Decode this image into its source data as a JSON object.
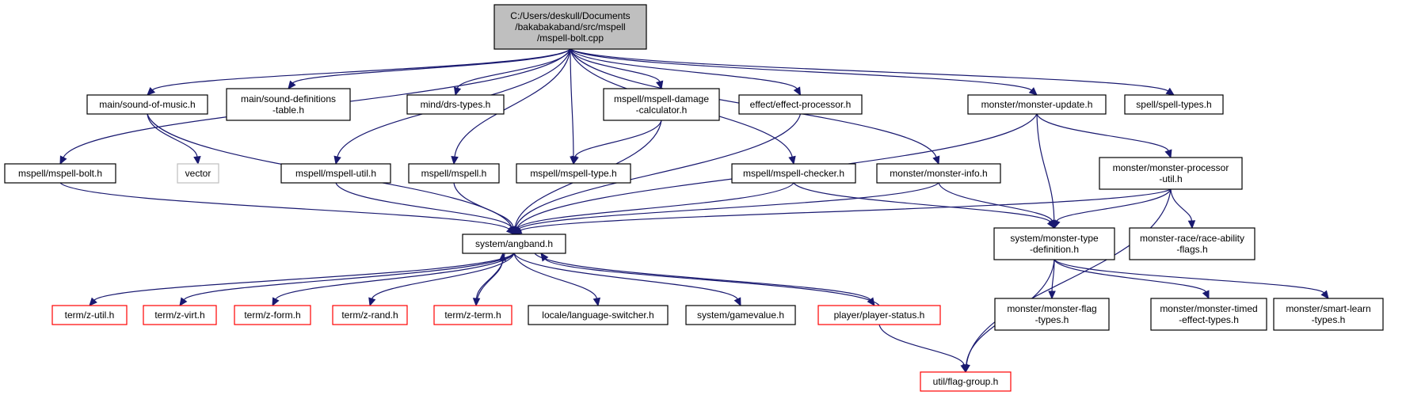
{
  "nodes": [
    {
      "id": "root",
      "lines": [
        "C:/Users/deskull/Documents",
        "/bakabakaband/src/mspell",
        "/mspell-bolt.cpp"
      ],
      "style": "root"
    },
    {
      "id": "sound_music",
      "lines": [
        "main/sound-of-music.h"
      ],
      "style": "normal"
    },
    {
      "id": "sound_defs",
      "lines": [
        "main/sound-definitions",
        "-table.h"
      ],
      "style": "normal"
    },
    {
      "id": "drs_types",
      "lines": [
        "mind/drs-types.h"
      ],
      "style": "normal"
    },
    {
      "id": "mspell_damage",
      "lines": [
        "mspell/mspell-damage",
        "-calculator.h"
      ],
      "style": "normal"
    },
    {
      "id": "effect_proc",
      "lines": [
        "effect/effect-processor.h"
      ],
      "style": "normal"
    },
    {
      "id": "monster_update",
      "lines": [
        "monster/monster-update.h"
      ],
      "style": "normal"
    },
    {
      "id": "spell_types",
      "lines": [
        "spell/spell-types.h"
      ],
      "style": "normal"
    },
    {
      "id": "mspell_bolt_h",
      "lines": [
        "mspell/mspell-bolt.h"
      ],
      "style": "normal"
    },
    {
      "id": "vector",
      "lines": [
        "vector"
      ],
      "style": "gray"
    },
    {
      "id": "mspell_util",
      "lines": [
        "mspell/mspell-util.h"
      ],
      "style": "normal"
    },
    {
      "id": "mspell_h",
      "lines": [
        "mspell/mspell.h"
      ],
      "style": "normal"
    },
    {
      "id": "mspell_type",
      "lines": [
        "mspell/mspell-type.h"
      ],
      "style": "normal"
    },
    {
      "id": "mspell_checker",
      "lines": [
        "mspell/mspell-checker.h"
      ],
      "style": "normal"
    },
    {
      "id": "monster_info",
      "lines": [
        "monster/monster-info.h"
      ],
      "style": "normal"
    },
    {
      "id": "monster_proc_util",
      "lines": [
        "monster/monster-processor",
        "-util.h"
      ],
      "style": "normal"
    },
    {
      "id": "angband",
      "lines": [
        "system/angband.h"
      ],
      "style": "normal"
    },
    {
      "id": "monster_type_def",
      "lines": [
        "system/monster-type",
        "-definition.h"
      ],
      "style": "normal"
    },
    {
      "id": "race_ability",
      "lines": [
        "monster-race/race-ability",
        "-flags.h"
      ],
      "style": "normal"
    },
    {
      "id": "z_util",
      "lines": [
        "term/z-util.h"
      ],
      "style": "red"
    },
    {
      "id": "z_virt",
      "lines": [
        "term/z-virt.h"
      ],
      "style": "red"
    },
    {
      "id": "z_form",
      "lines": [
        "term/z-form.h"
      ],
      "style": "red"
    },
    {
      "id": "z_rand",
      "lines": [
        "term/z-rand.h"
      ],
      "style": "red"
    },
    {
      "id": "z_term",
      "lines": [
        "term/z-term.h"
      ],
      "style": "red"
    },
    {
      "id": "lang_switch",
      "lines": [
        "locale/language-switcher.h"
      ],
      "style": "normal"
    },
    {
      "id": "gamevalue",
      "lines": [
        "system/gamevalue.h"
      ],
      "style": "normal"
    },
    {
      "id": "player_status",
      "lines": [
        "player/player-status.h"
      ],
      "style": "red"
    },
    {
      "id": "monster_flag_types",
      "lines": [
        "monster/monster-flag",
        "-types.h"
      ],
      "style": "normal"
    },
    {
      "id": "monster_timed",
      "lines": [
        "monster/monster-timed",
        "-effect-types.h"
      ],
      "style": "normal"
    },
    {
      "id": "smart_learn",
      "lines": [
        "monster/smart-learn",
        "-types.h"
      ],
      "style": "normal"
    },
    {
      "id": "flag_group",
      "lines": [
        "util/flag-group.h"
      ],
      "style": "red"
    }
  ],
  "edges": [
    [
      "root",
      "sound_music"
    ],
    [
      "root",
      "sound_defs"
    ],
    [
      "root",
      "drs_types"
    ],
    [
      "root",
      "mspell_damage"
    ],
    [
      "root",
      "effect_proc"
    ],
    [
      "root",
      "monster_update"
    ],
    [
      "root",
      "spell_types"
    ],
    [
      "root",
      "mspell_bolt_h"
    ],
    [
      "root",
      "mspell_util"
    ],
    [
      "root",
      "mspell_h"
    ],
    [
      "root",
      "mspell_type"
    ],
    [
      "root",
      "mspell_checker"
    ],
    [
      "root",
      "monster_info"
    ],
    [
      "sound_music",
      "vector"
    ],
    [
      "sound_music",
      "angband"
    ],
    [
      "mspell_damage",
      "mspell_type"
    ],
    [
      "mspell_damage",
      "angband"
    ],
    [
      "effect_proc",
      "angband"
    ],
    [
      "monster_update",
      "angband"
    ],
    [
      "monster_update",
      "monster_type_def"
    ],
    [
      "monster_update",
      "monster_proc_util"
    ],
    [
      "mspell_bolt_h",
      "angband"
    ],
    [
      "mspell_util",
      "angband"
    ],
    [
      "mspell_h",
      "angband"
    ],
    [
      "mspell_checker",
      "angband"
    ],
    [
      "mspell_checker",
      "monster_type_def"
    ],
    [
      "monster_info",
      "angband"
    ],
    [
      "monster_info",
      "monster_type_def"
    ],
    [
      "monster_proc_util",
      "angband"
    ],
    [
      "monster_proc_util",
      "monster_type_def"
    ],
    [
      "monster_proc_util",
      "race_ability"
    ],
    [
      "monster_proc_util",
      "flag_group"
    ],
    [
      "angband",
      "z_util"
    ],
    [
      "angband",
      "z_virt"
    ],
    [
      "angband",
      "z_form"
    ],
    [
      "angband",
      "z_rand"
    ],
    [
      "angband",
      "z_term"
    ],
    [
      "angband",
      "lang_switch"
    ],
    [
      "angband",
      "gamevalue"
    ],
    [
      "angband",
      "player_status"
    ],
    [
      "z_term",
      "angband"
    ],
    [
      "player_status",
      "angband"
    ],
    [
      "player_status",
      "flag_group"
    ],
    [
      "monster_type_def",
      "monster_flag_types"
    ],
    [
      "monster_type_def",
      "monster_timed"
    ],
    [
      "monster_type_def",
      "smart_learn"
    ],
    [
      "monster_type_def",
      "flag_group"
    ]
  ]
}
